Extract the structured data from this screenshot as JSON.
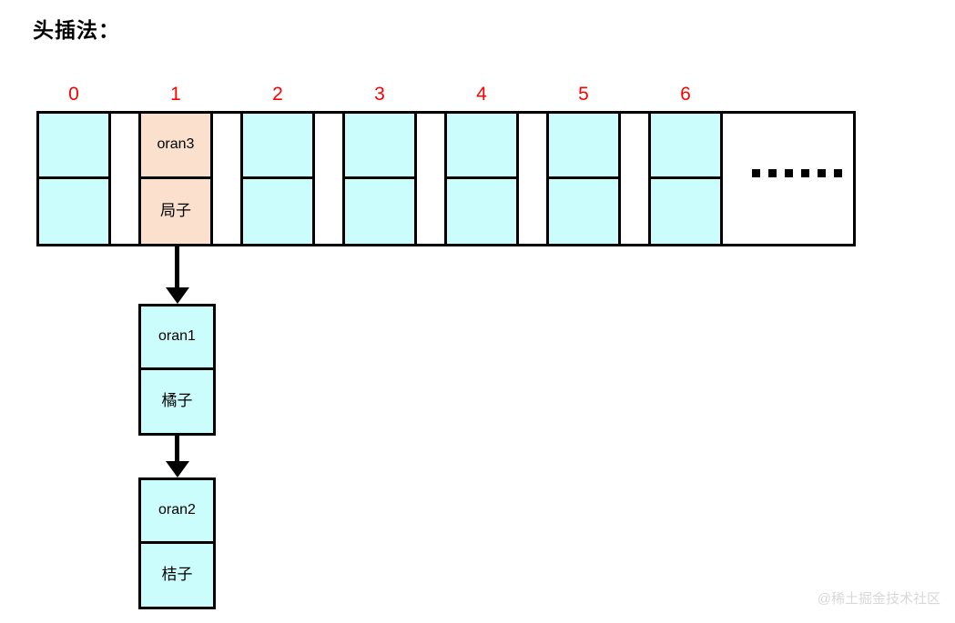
{
  "title": "头插法：",
  "array": {
    "indices": [
      "0",
      "1",
      "2",
      "3",
      "4",
      "5",
      "6"
    ],
    "buckets": [
      {
        "key": "",
        "value": "",
        "filled": false
      },
      {
        "key": "oran3",
        "value": "局子",
        "filled": true
      },
      {
        "key": "",
        "value": "",
        "filled": false
      },
      {
        "key": "",
        "value": "",
        "filled": false
      },
      {
        "key": "",
        "value": "",
        "filled": false
      },
      {
        "key": "",
        "value": "",
        "filled": false
      },
      {
        "key": "",
        "value": "",
        "filled": false
      }
    ],
    "ellipsis_dots": 6,
    "empty_fill_color": "#ccfdfd",
    "filled_fill_color": "#fbe0cd",
    "index_color": "#ff0000",
    "border_color": "#000000"
  },
  "chain": {
    "nodes": [
      {
        "key": "oran1",
        "value": "橘子"
      },
      {
        "key": "oran2",
        "value": "桔子"
      }
    ]
  },
  "watermark": "@稀土掘金技术社区"
}
